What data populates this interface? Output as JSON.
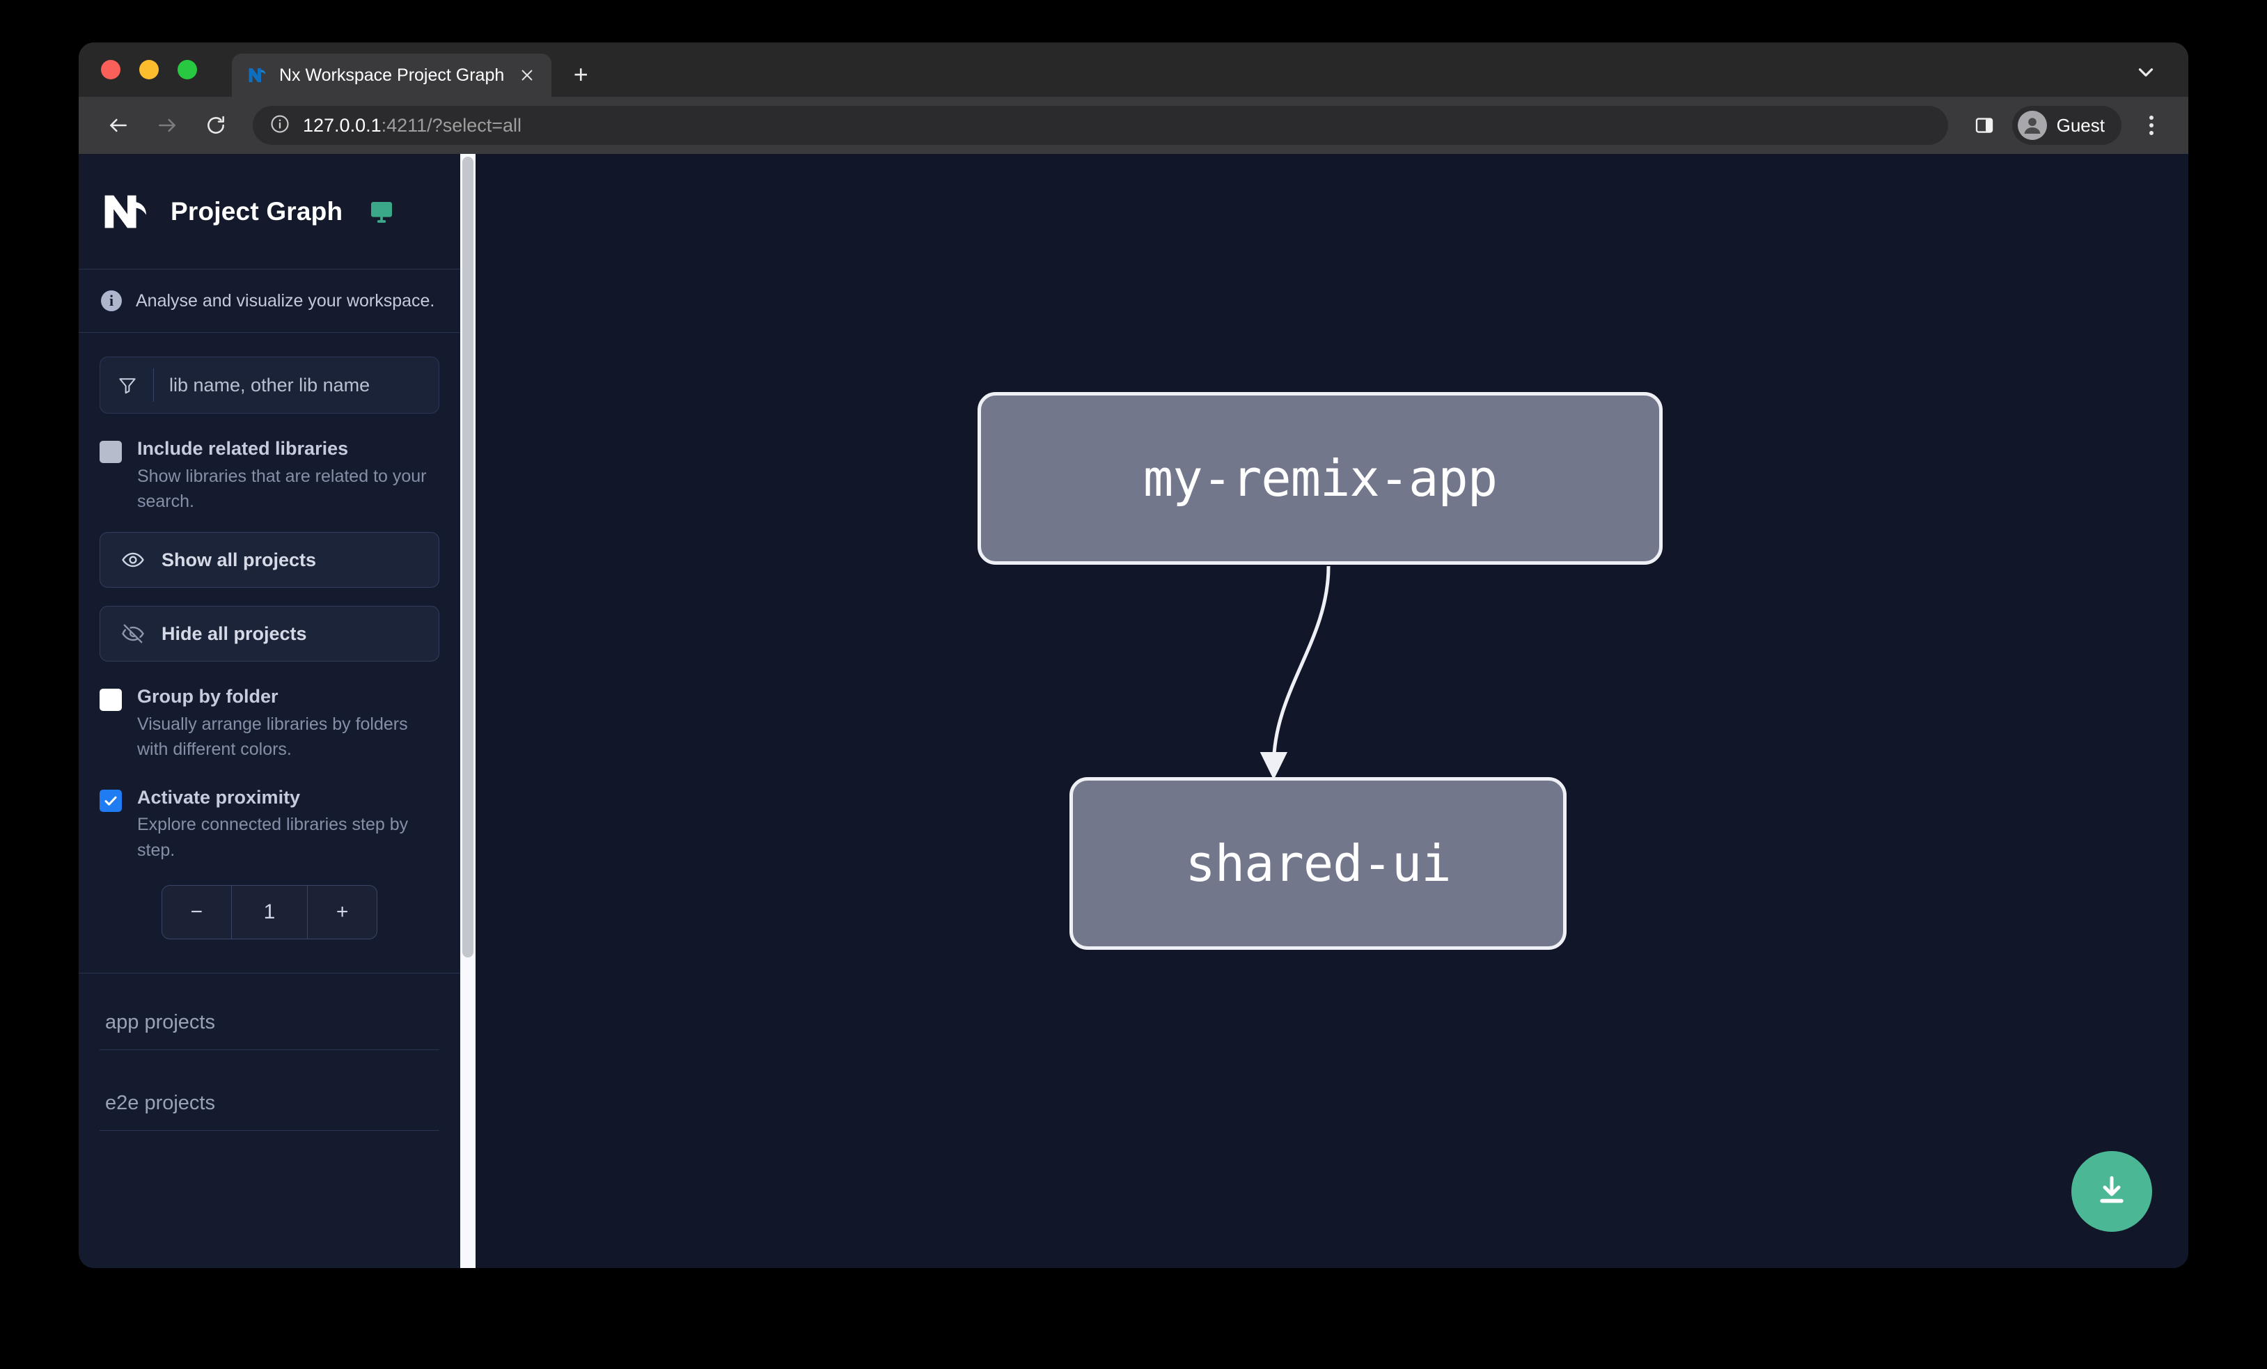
{
  "browser": {
    "tab": {
      "title": "Nx Workspace Project Graph",
      "favicon_icon": "nx-logo-icon",
      "close_icon": "close-icon"
    },
    "new_tab_label": "+",
    "tab_list_icon": "chevron-down-icon",
    "nav": {
      "back_icon": "arrow-left-icon",
      "forward_icon": "arrow-right-icon",
      "reload_icon": "reload-icon"
    },
    "omnibox": {
      "info_icon": "info-circle-icon",
      "url_host": "127.0.0.1",
      "url_rest": ":4211/?select=all"
    },
    "side_panel_icon": "side-panel-icon",
    "profile": {
      "name": "Guest",
      "avatar_icon": "user-avatar-icon"
    },
    "menu_icon": "kebab-menu-icon"
  },
  "sidebar": {
    "logo_icon": "nx-logo-icon",
    "title": "Project Graph",
    "display_icon": "monitor-icon",
    "info": {
      "icon": "info-icon",
      "text": "Analyse and visualize your workspace."
    },
    "search": {
      "icon": "funnel-icon",
      "placeholder": "lib name, other lib name",
      "value": ""
    },
    "options": [
      {
        "id": "include-related-libraries",
        "label": "Include related libraries",
        "description": "Show libraries that are related to your search.",
        "checked": false,
        "state": "disabled"
      },
      {
        "id": "group-by-folder",
        "label": "Group by folder",
        "description": "Visually arrange libraries by folders with different colors.",
        "checked": false,
        "state": "enabled"
      },
      {
        "id": "activate-proximity",
        "label": "Activate proximity",
        "description": "Explore connected libraries step by step.",
        "checked": true,
        "state": "enabled"
      }
    ],
    "buttons": [
      {
        "id": "show-all-projects",
        "label": "Show all projects",
        "icon": "eye-icon"
      },
      {
        "id": "hide-all-projects",
        "label": "Hide all projects",
        "icon": "eye-off-icon"
      }
    ],
    "stepper": {
      "decrement_label": "−",
      "value": "1",
      "increment_label": "+"
    },
    "groups": [
      {
        "id": "app-projects",
        "label": "app projects"
      },
      {
        "id": "e2e-projects",
        "label": "e2e projects"
      }
    ]
  },
  "graph": {
    "nodes": [
      {
        "id": "my-remix-app",
        "label": "my-remix-app",
        "type": "app"
      },
      {
        "id": "shared-ui",
        "label": "shared-ui",
        "type": "lib"
      }
    ],
    "edges": [
      {
        "from": "my-remix-app",
        "to": "shared-ui"
      }
    ],
    "download_button": {
      "icon": "download-icon",
      "color": "#4cb795"
    },
    "background_color": "#111729",
    "node_fill": "#73778c",
    "node_border": "#eef0f6"
  }
}
